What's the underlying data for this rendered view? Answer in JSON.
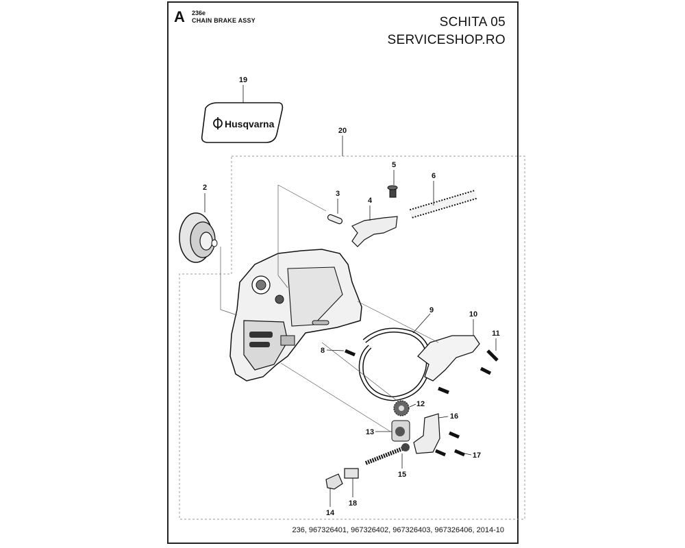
{
  "header": {
    "section_letter": "A",
    "model_code": "236e",
    "assembly_name": "CHAIN BRAKE ASSY",
    "sheet_title": "SCHITA 05",
    "website": "SERVICESHOP.RO"
  },
  "decal": {
    "brand_text": "Husqvarna"
  },
  "callouts": [
    "19",
    "20",
    "2",
    "3",
    "4",
    "5",
    "6",
    "9",
    "10",
    "11",
    "8",
    "12",
    "16",
    "13",
    "17",
    "15",
    "14",
    "18"
  ],
  "footer": {
    "reference": "236, 967326401, 967326402, 967326403, 967326406, 2014-10"
  }
}
